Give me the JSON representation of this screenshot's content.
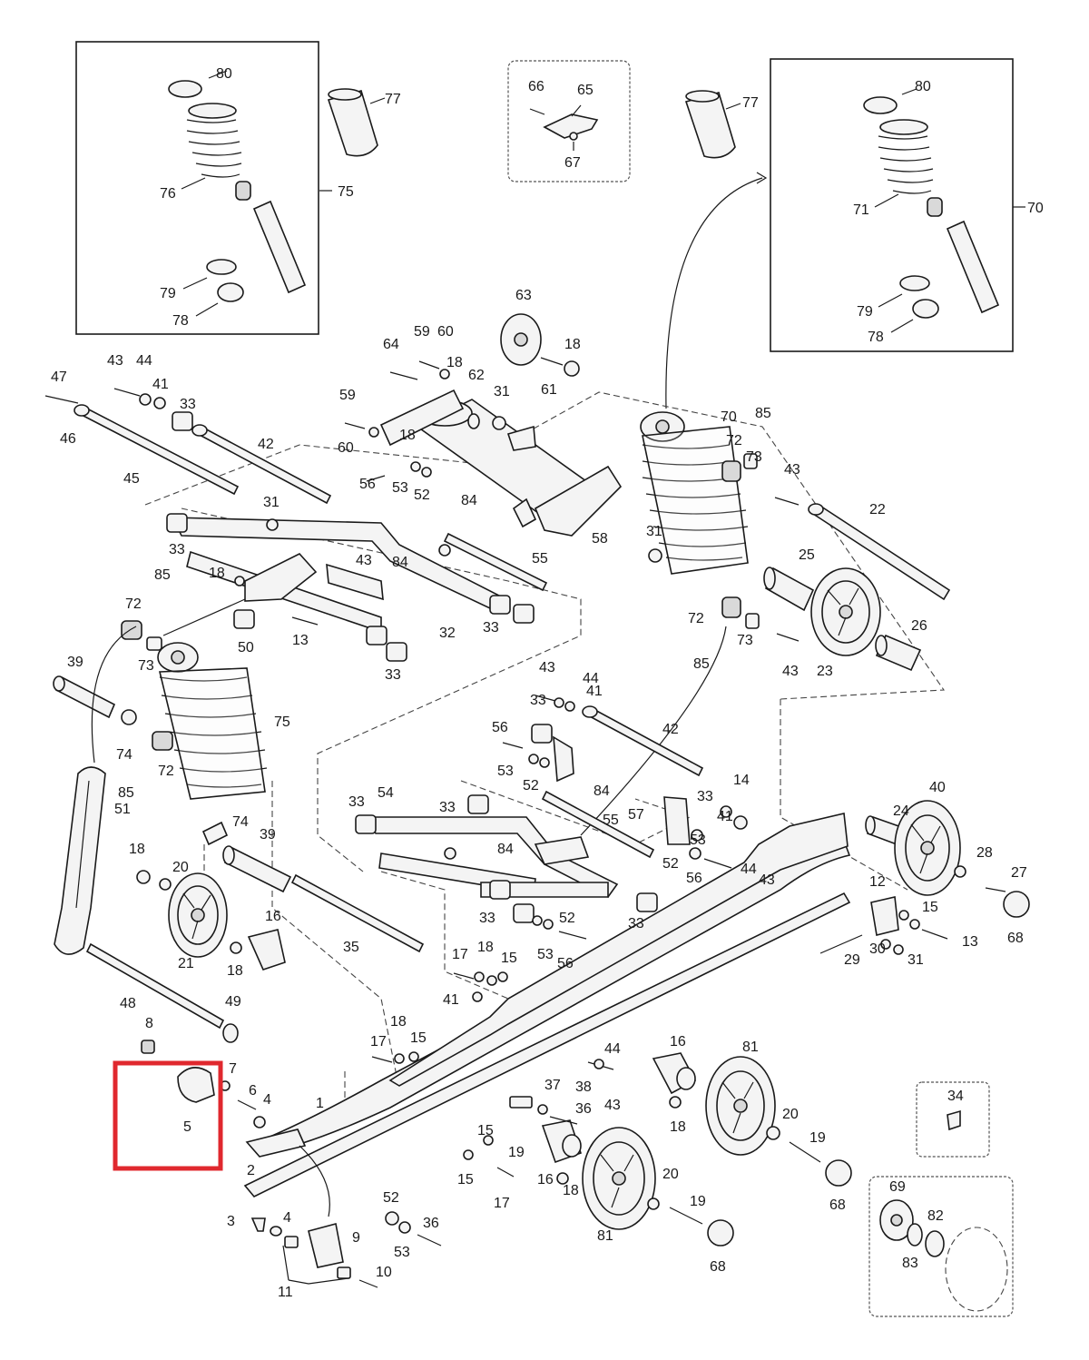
{
  "highlight_color": "#e0282e",
  "callouts": [
    {
      "id": "c80a",
      "text": "80"
    },
    {
      "id": "c77a",
      "text": "77"
    },
    {
      "id": "c76",
      "text": "76"
    },
    {
      "id": "c75a",
      "text": "75"
    },
    {
      "id": "c79a",
      "text": "79"
    },
    {
      "id": "c78a",
      "text": "78"
    },
    {
      "id": "c66",
      "text": "66"
    },
    {
      "id": "c65",
      "text": "65"
    },
    {
      "id": "c67",
      "text": "67"
    },
    {
      "id": "c77b",
      "text": "77"
    },
    {
      "id": "c80b",
      "text": "80"
    },
    {
      "id": "c71",
      "text": "71"
    },
    {
      "id": "c70a",
      "text": "70"
    },
    {
      "id": "c79b",
      "text": "79"
    },
    {
      "id": "c78b",
      "text": "78"
    },
    {
      "id": "c63",
      "text": "63"
    },
    {
      "id": "c64",
      "text": "64"
    },
    {
      "id": "c59a",
      "text": "59"
    },
    {
      "id": "c60a",
      "text": "60"
    },
    {
      "id": "c18a",
      "text": "18"
    },
    {
      "id": "c18b",
      "text": "18"
    },
    {
      "id": "c61",
      "text": "61"
    },
    {
      "id": "c62",
      "text": "62"
    },
    {
      "id": "c31a",
      "text": "31"
    },
    {
      "id": "c59b",
      "text": "59"
    },
    {
      "id": "c60b",
      "text": "60"
    },
    {
      "id": "c18c",
      "text": "18"
    },
    {
      "id": "c56a",
      "text": "56"
    },
    {
      "id": "c53a",
      "text": "53"
    },
    {
      "id": "c52a",
      "text": "52"
    },
    {
      "id": "c84a",
      "text": "84"
    },
    {
      "id": "c58",
      "text": "58"
    },
    {
      "id": "c70b",
      "text": "70"
    },
    {
      "id": "c85a",
      "text": "85"
    },
    {
      "id": "c72a",
      "text": "72"
    },
    {
      "id": "c73a",
      "text": "73"
    },
    {
      "id": "c43a",
      "text": "43"
    },
    {
      "id": "c22",
      "text": "22"
    },
    {
      "id": "c47",
      "text": "47"
    },
    {
      "id": "c43b",
      "text": "43"
    },
    {
      "id": "c44a",
      "text": "44"
    },
    {
      "id": "c41a",
      "text": "41"
    },
    {
      "id": "c33a",
      "text": "33"
    },
    {
      "id": "c46",
      "text": "46"
    },
    {
      "id": "c42a",
      "text": "42"
    },
    {
      "id": "c45",
      "text": "45"
    },
    {
      "id": "c31b",
      "text": "31"
    },
    {
      "id": "c33b",
      "text": "33"
    },
    {
      "id": "c55a",
      "text": "55"
    },
    {
      "id": "c43c",
      "text": "43"
    },
    {
      "id": "c84b",
      "text": "84"
    },
    {
      "id": "c18d",
      "text": "18"
    },
    {
      "id": "c85b",
      "text": "85"
    },
    {
      "id": "c72b",
      "text": "72"
    },
    {
      "id": "c50",
      "text": "50"
    },
    {
      "id": "c13a",
      "text": "13"
    },
    {
      "id": "c32",
      "text": "32"
    },
    {
      "id": "c33c",
      "text": "33"
    },
    {
      "id": "c33d",
      "text": "33"
    },
    {
      "id": "c73b",
      "text": "73"
    },
    {
      "id": "c31c",
      "text": "31"
    },
    {
      "id": "c25",
      "text": "25"
    },
    {
      "id": "c72c",
      "text": "72"
    },
    {
      "id": "c73c",
      "text": "73"
    },
    {
      "id": "c43d",
      "text": "43"
    },
    {
      "id": "c23",
      "text": "23"
    },
    {
      "id": "c26",
      "text": "26"
    },
    {
      "id": "c85c",
      "text": "85"
    },
    {
      "id": "c39a",
      "text": "39"
    },
    {
      "id": "c75b",
      "text": "75"
    },
    {
      "id": "c74a",
      "text": "74"
    },
    {
      "id": "c85d",
      "text": "85"
    },
    {
      "id": "c72d",
      "text": "72"
    },
    {
      "id": "c51",
      "text": "51"
    },
    {
      "id": "c43e",
      "text": "43"
    },
    {
      "id": "c44b",
      "text": "44"
    },
    {
      "id": "c41b",
      "text": "41"
    },
    {
      "id": "c33e",
      "text": "33"
    },
    {
      "id": "c42b",
      "text": "42"
    },
    {
      "id": "c56b",
      "text": "56"
    },
    {
      "id": "c53b",
      "text": "53"
    },
    {
      "id": "c52b",
      "text": "52"
    },
    {
      "id": "c84c",
      "text": "84"
    },
    {
      "id": "c55b",
      "text": "55"
    },
    {
      "id": "c57",
      "text": "57"
    },
    {
      "id": "c33f",
      "text": "33"
    },
    {
      "id": "c14",
      "text": "14"
    },
    {
      "id": "c40",
      "text": "40"
    },
    {
      "id": "c33g",
      "text": "33"
    },
    {
      "id": "c54",
      "text": "54"
    },
    {
      "id": "c33h",
      "text": "33"
    },
    {
      "id": "c41c",
      "text": "41"
    },
    {
      "id": "c53c",
      "text": "53"
    },
    {
      "id": "c52c",
      "text": "52"
    },
    {
      "id": "c56c",
      "text": "56"
    },
    {
      "id": "c44c",
      "text": "44"
    },
    {
      "id": "c43f",
      "text": "43"
    },
    {
      "id": "c24",
      "text": "24"
    },
    {
      "id": "c28",
      "text": "28"
    },
    {
      "id": "c27",
      "text": "27"
    },
    {
      "id": "c74b",
      "text": "74"
    },
    {
      "id": "c39b",
      "text": "39"
    },
    {
      "id": "c84d",
      "text": "84"
    },
    {
      "id": "c18e",
      "text": "18"
    },
    {
      "id": "c20a",
      "text": "20"
    },
    {
      "id": "c33i",
      "text": "33"
    },
    {
      "id": "c52d",
      "text": "52"
    },
    {
      "id": "c33j",
      "text": "33"
    },
    {
      "id": "c53d",
      "text": "53"
    },
    {
      "id": "c56d",
      "text": "56"
    },
    {
      "id": "c12",
      "text": "12"
    },
    {
      "id": "c15a",
      "text": "15"
    },
    {
      "id": "c13b",
      "text": "13"
    },
    {
      "id": "c68a",
      "text": "68"
    },
    {
      "id": "c16a",
      "text": "16"
    },
    {
      "id": "c35",
      "text": "35"
    },
    {
      "id": "c21",
      "text": "21"
    },
    {
      "id": "c18f",
      "text": "18"
    },
    {
      "id": "c29",
      "text": "29"
    },
    {
      "id": "c30",
      "text": "30"
    },
    {
      "id": "c31d",
      "text": "31"
    },
    {
      "id": "c17a",
      "text": "17"
    },
    {
      "id": "c18g",
      "text": "18"
    },
    {
      "id": "c15b",
      "text": "15"
    },
    {
      "id": "c41d",
      "text": "41"
    },
    {
      "id": "c48",
      "text": "48"
    },
    {
      "id": "c49",
      "text": "49"
    },
    {
      "id": "c8",
      "text": "8"
    },
    {
      "id": "c18h",
      "text": "18"
    },
    {
      "id": "c17b",
      "text": "17"
    },
    {
      "id": "c15c",
      "text": "15"
    },
    {
      "id": "c16b",
      "text": "16"
    },
    {
      "id": "c81a",
      "text": "81"
    },
    {
      "id": "c44d",
      "text": "44"
    },
    {
      "id": "c7",
      "text": "7"
    },
    {
      "id": "c6",
      "text": "6"
    },
    {
      "id": "c4a",
      "text": "4"
    },
    {
      "id": "c5",
      "text": "5"
    },
    {
      "id": "c1",
      "text": "1"
    },
    {
      "id": "c37",
      "text": "37"
    },
    {
      "id": "c38",
      "text": "38"
    },
    {
      "id": "c36a",
      "text": "36"
    },
    {
      "id": "c43g",
      "text": "43"
    },
    {
      "id": "c18i",
      "text": "18"
    },
    {
      "id": "c20b",
      "text": "20"
    },
    {
      "id": "c19a",
      "text": "19"
    },
    {
      "id": "c34",
      "text": "34"
    },
    {
      "id": "c2",
      "text": "2"
    },
    {
      "id": "c15d",
      "text": "15"
    },
    {
      "id": "c19b",
      "text": "19"
    },
    {
      "id": "c15e",
      "text": "15"
    },
    {
      "id": "c17c",
      "text": "17"
    },
    {
      "id": "c16c",
      "text": "16"
    },
    {
      "id": "c18j",
      "text": "18"
    },
    {
      "id": "c20c",
      "text": "20"
    },
    {
      "id": "c19c",
      "text": "19"
    },
    {
      "id": "c68b",
      "text": "68"
    },
    {
      "id": "c69",
      "text": "69"
    },
    {
      "id": "c82",
      "text": "82"
    },
    {
      "id": "c83",
      "text": "83"
    },
    {
      "id": "c52e",
      "text": "52"
    },
    {
      "id": "c36b",
      "text": "36"
    },
    {
      "id": "c53e",
      "text": "53"
    },
    {
      "id": "c3",
      "text": "3"
    },
    {
      "id": "c4b",
      "text": "4"
    },
    {
      "id": "c9",
      "text": "9"
    },
    {
      "id": "c10",
      "text": "10"
    },
    {
      "id": "c11",
      "text": "11"
    },
    {
      "id": "c81b",
      "text": "81"
    },
    {
      "id": "c68c",
      "text": "68"
    }
  ]
}
